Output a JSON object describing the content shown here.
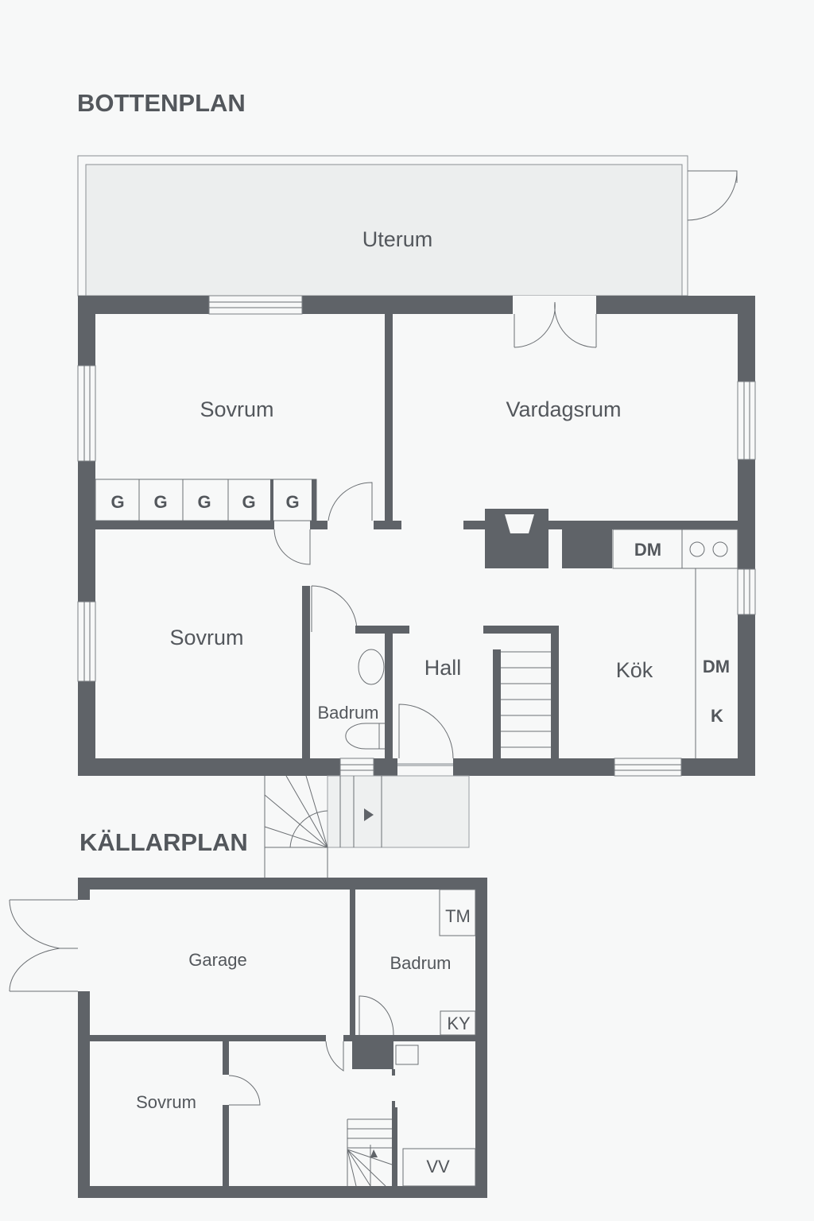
{
  "headings": {
    "ground_floor": "BOTTENPLAN",
    "basement": "KÄLLARPLAN"
  },
  "ground_floor": {
    "rooms": {
      "sunroom": "Uterum",
      "bedroom_1": "Sovrum",
      "living_room": "Vardagsrum",
      "bedroom_2": "Sovrum",
      "bathroom": "Badrum",
      "hall": "Hall",
      "kitchen": "Kök"
    },
    "wardrobes": [
      "G",
      "G",
      "G",
      "G",
      "G"
    ],
    "appliances": {
      "dishwasher_1": "DM",
      "dishwasher_2": "DM",
      "fridge": "K"
    }
  },
  "basement": {
    "rooms": {
      "garage": "Garage",
      "bathroom": "Badrum",
      "bedroom": "Sovrum"
    },
    "appliances": {
      "dryer": "TM",
      "freezer": "KY",
      "water_heater": "VV"
    }
  }
}
